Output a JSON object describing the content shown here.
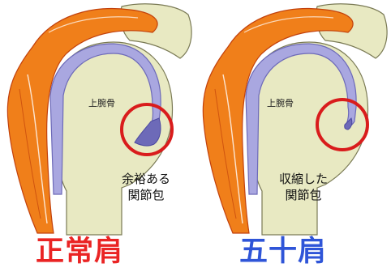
{
  "colors": {
    "background": "#ffffff",
    "muscle_dark": "#c2410c",
    "muscle_light": "#f07f1a",
    "bone": "#e8e9c2",
    "bone_outline": "#7a7a55",
    "capsule": "#a9a7e0",
    "capsule_outline": "#6d6ab8",
    "circle": "#d91c1c",
    "normal_title": "#ea2424",
    "frozen_title": "#2f55d8"
  },
  "panels": [
    {
      "bone_label": "上腕骨",
      "caption_line1": "余裕ある",
      "caption_line2": "関節包",
      "title": "正常肩",
      "pouch": "loose"
    },
    {
      "bone_label": "上腕骨",
      "caption_line1": "収縮した",
      "caption_line2": "関節包",
      "title": "五十肩",
      "pouch": "contracted"
    }
  ]
}
